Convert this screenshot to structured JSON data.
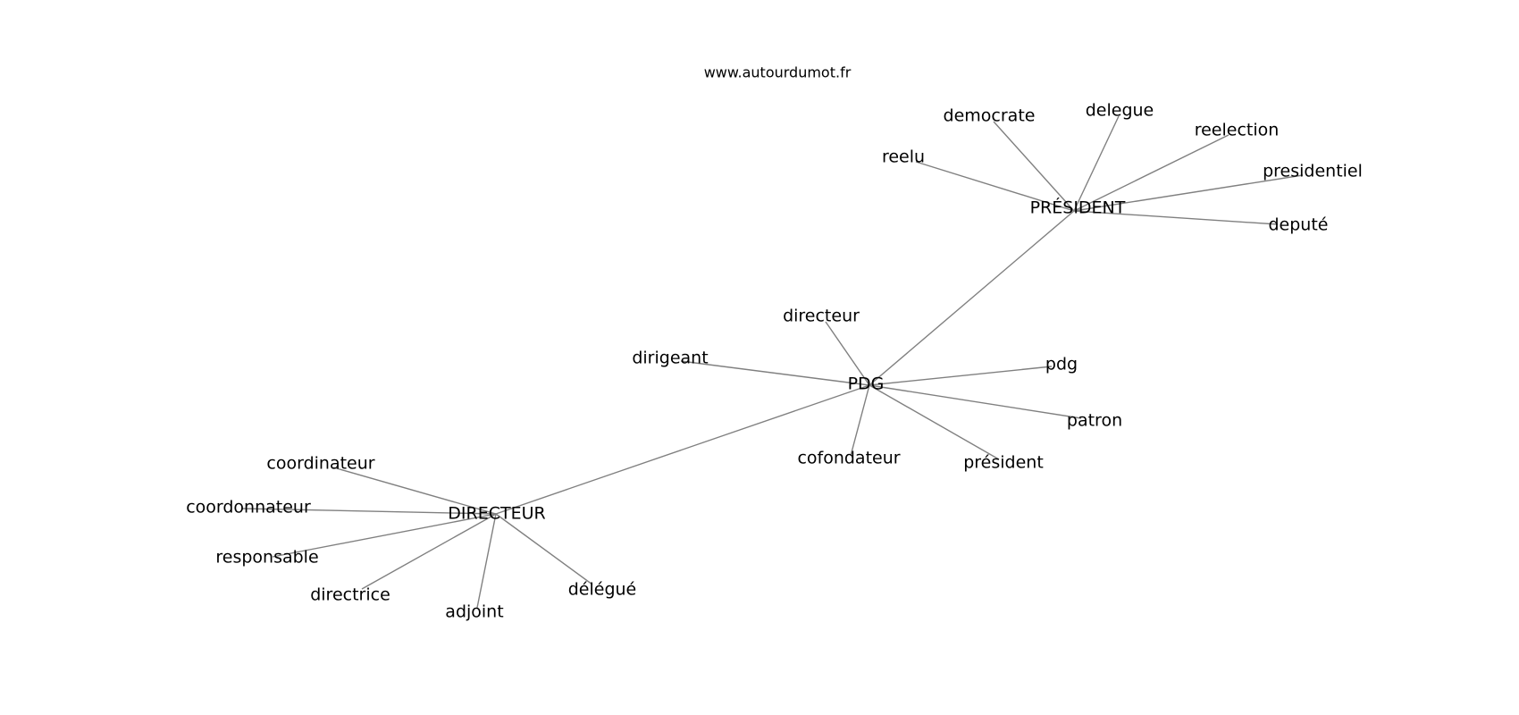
{
  "source_text": "www.autourdumot.fr",
  "edge_color": "#808080",
  "text_color": "#000000",
  "background_color": "#ffffff",
  "graph": {
    "nodes": [
      {
        "id": "president_hub",
        "label": "PRÉSIDENT"
      },
      {
        "id": "reelu",
        "label": "reelu"
      },
      {
        "id": "democrate",
        "label": "democrate"
      },
      {
        "id": "delegue",
        "label": "delegue"
      },
      {
        "id": "reelection",
        "label": "reelection"
      },
      {
        "id": "presidentiel",
        "label": "presidentiel"
      },
      {
        "id": "depute",
        "label": "deputé"
      },
      {
        "id": "pdg_hub",
        "label": "PDG"
      },
      {
        "id": "directeur_leaf",
        "label": "directeur"
      },
      {
        "id": "dirigeant",
        "label": "dirigeant"
      },
      {
        "id": "pdg_leaf",
        "label": "pdg"
      },
      {
        "id": "patron",
        "label": "patron"
      },
      {
        "id": "president_leaf",
        "label": "président"
      },
      {
        "id": "cofondateur",
        "label": "cofondateur"
      },
      {
        "id": "directeur_hub",
        "label": "DIRECTEUR"
      },
      {
        "id": "coordinateur",
        "label": "coordinateur"
      },
      {
        "id": "coordonnateur",
        "label": "coordonnateur"
      },
      {
        "id": "responsable",
        "label": "responsable"
      },
      {
        "id": "directrice",
        "label": "directrice"
      },
      {
        "id": "adjoint",
        "label": "adjoint"
      },
      {
        "id": "delegue_accent",
        "label": "délégué"
      }
    ],
    "edges": [
      [
        "president_hub",
        "reelu"
      ],
      [
        "president_hub",
        "democrate"
      ],
      [
        "president_hub",
        "delegue"
      ],
      [
        "president_hub",
        "reelection"
      ],
      [
        "president_hub",
        "presidentiel"
      ],
      [
        "president_hub",
        "depute"
      ],
      [
        "president_hub",
        "pdg_hub"
      ],
      [
        "pdg_hub",
        "directeur_leaf"
      ],
      [
        "pdg_hub",
        "dirigeant"
      ],
      [
        "pdg_hub",
        "pdg_leaf"
      ],
      [
        "pdg_hub",
        "patron"
      ],
      [
        "pdg_hub",
        "president_leaf"
      ],
      [
        "pdg_hub",
        "cofondateur"
      ],
      [
        "pdg_hub",
        "directeur_hub"
      ],
      [
        "directeur_hub",
        "coordinateur"
      ],
      [
        "directeur_hub",
        "coordonnateur"
      ],
      [
        "directeur_hub",
        "responsable"
      ],
      [
        "directeur_hub",
        "directrice"
      ],
      [
        "directeur_hub",
        "adjoint"
      ],
      [
        "directeur_hub",
        "delegue_accent"
      ]
    ]
  }
}
